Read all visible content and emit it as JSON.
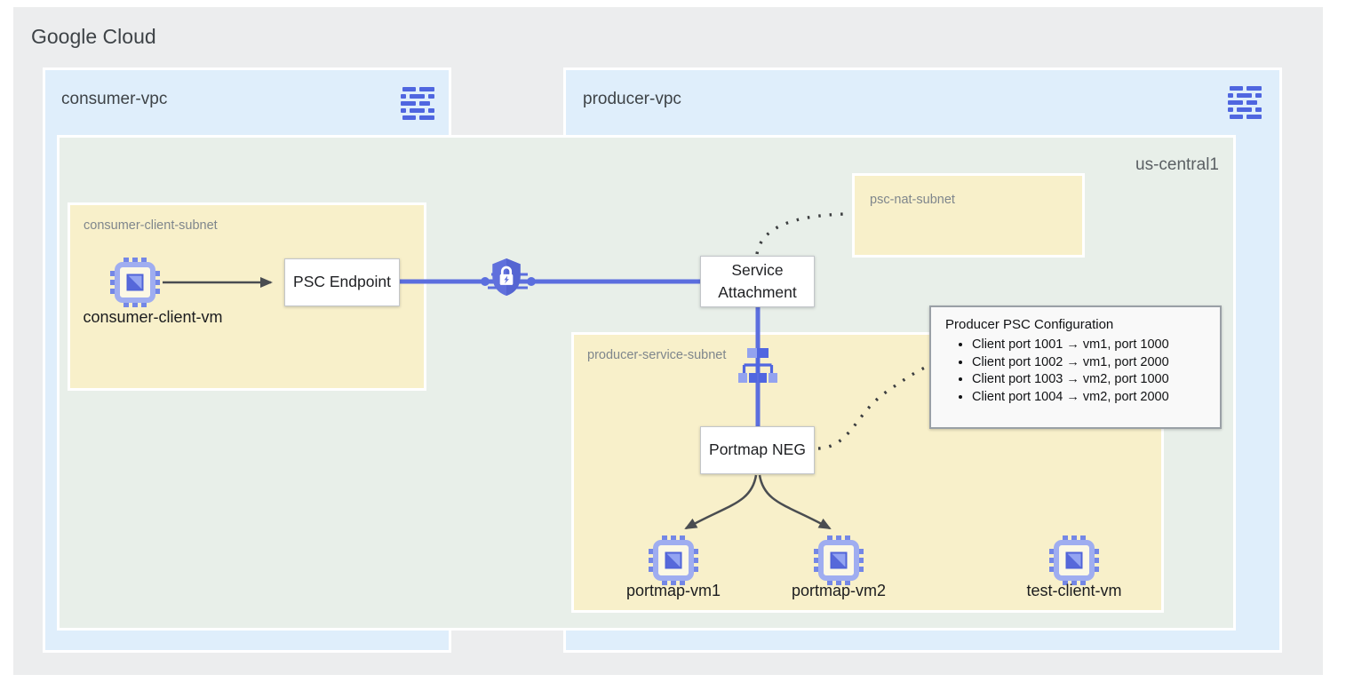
{
  "google_cloud": {
    "label": "Google Cloud"
  },
  "consumer_vpc": {
    "label": "consumer-vpc",
    "icon": "vpc-network-icon"
  },
  "producer_vpc": {
    "label": "producer-vpc",
    "icon": "vpc-network-icon"
  },
  "region": {
    "label": "us-central1"
  },
  "subnets": {
    "consumer_client": {
      "label": "consumer-client-subnet"
    },
    "psc_nat": {
      "label": "psc-nat-subnet"
    },
    "producer_service": {
      "label": "producer-service-subnet"
    }
  },
  "nodes": {
    "consumer_client_vm": {
      "label": "consumer-client-vm",
      "icon": "compute-vm-icon"
    },
    "psc_endpoint": {
      "label": "PSC Endpoint"
    },
    "service_attachment": {
      "label": "Service Attachment"
    },
    "portmap_neg": {
      "label": "Portmap NEG"
    },
    "load_balancer": {
      "icon": "load-balancer-icon"
    },
    "psc_shield": {
      "icon": "shield-lock-icon"
    },
    "portmap_vm1": {
      "label": "portmap-vm1",
      "icon": "compute-vm-icon"
    },
    "portmap_vm2": {
      "label": "portmap-vm2",
      "icon": "compute-vm-icon"
    },
    "test_client_vm": {
      "label": "test-client-vm",
      "icon": "compute-vm-icon"
    }
  },
  "config_box": {
    "title": "Producer PSC Configuration",
    "items": [
      "Client port 1001 → vm1, port 1000",
      "Client port 1002 → vm1, port 2000",
      "Client port 1003 → vm2, port 1000",
      "Client port 1004 → vm2, port 2000"
    ]
  },
  "colors": {
    "outer_bg": "#ecedee",
    "vpc_bg": "#dfeefb",
    "region_bg": "#e8efe9",
    "subnet_bg": "#f8f0ca",
    "blue_connector": "#5b6ede",
    "dark_connector": "#4a4d51",
    "icon_blue": "#4f66e0",
    "icon_blue_light": "#93a3ef"
  }
}
